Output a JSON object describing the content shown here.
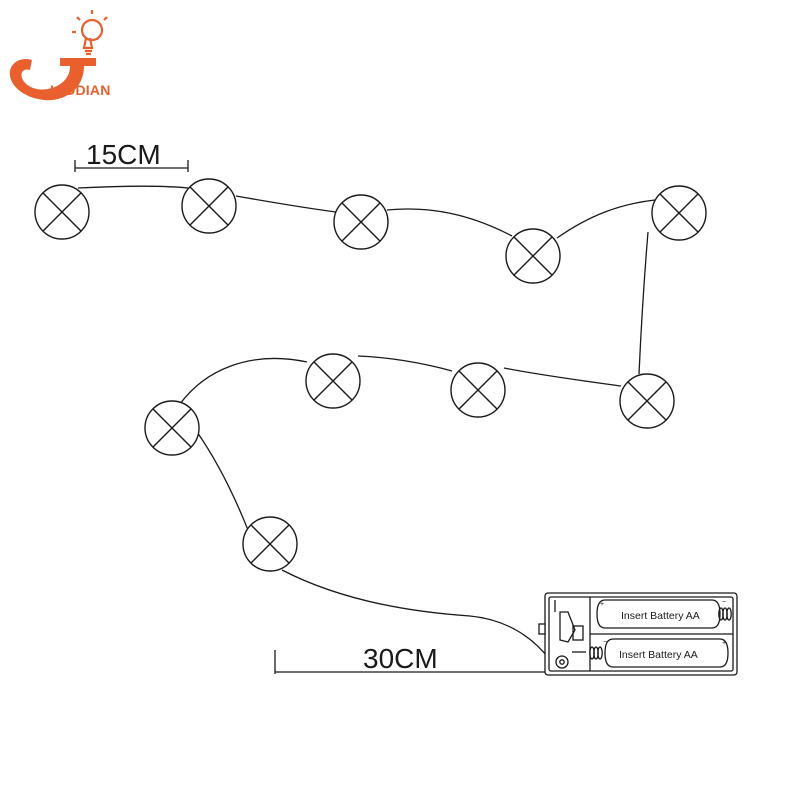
{
  "logo": {
    "text": "IAODIAN",
    "lettering_as_picture": "J",
    "brand_color": "#e9602e",
    "icon": "light-bulb-icon"
  },
  "dimensions": {
    "lamp_spacing": "15CM",
    "lead_wire": "30CM"
  },
  "battery_box": {
    "slot_1_label": "Insert Battery  AA",
    "slot_2_label": "Insert Battery  AA",
    "plus_sign": "+",
    "minus_sign": "−"
  },
  "diagram": {
    "lamp_count": 10,
    "line_color": "#1a1a1a"
  }
}
